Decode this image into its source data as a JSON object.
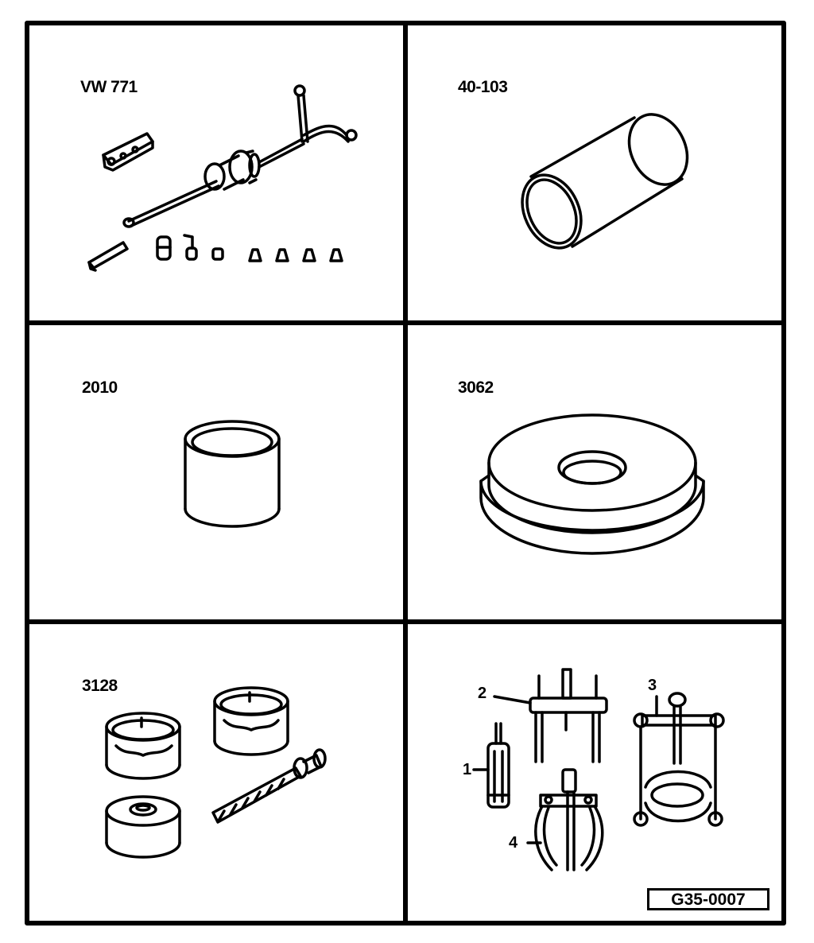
{
  "panels": [
    {
      "id": "p1",
      "tool_number": "VW 771"
    },
    {
      "id": "p2",
      "tool_number": "40-103"
    },
    {
      "id": "p3",
      "tool_number": "2010"
    },
    {
      "id": "p4",
      "tool_number": "3062"
    },
    {
      "id": "p5",
      "tool_number": "3128"
    },
    {
      "id": "p6",
      "callouts": [
        "1",
        "2",
        "3",
        "4"
      ]
    }
  ],
  "figure_code": "G35-0007",
  "colors": {
    "ink": "#000000",
    "paper": "#ffffff"
  }
}
